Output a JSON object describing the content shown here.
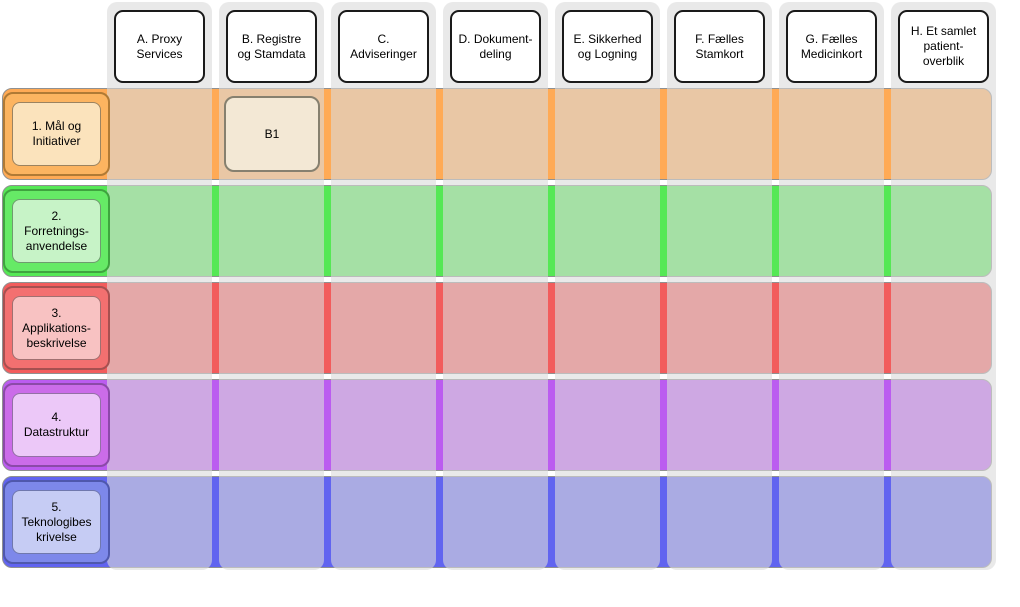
{
  "diagram": {
    "type": "architecture-matrix",
    "chrome": {
      "column_overlay_fill": "rgba(219,219,219,0.6)",
      "column_overlay_border": "rgba(64,64,64,0.45)",
      "column_header_fill": "#ffffff",
      "column_header_border": "#1a1a1a",
      "band_border": "#909090"
    },
    "columns": [
      {
        "id": "A",
        "label": "A. Proxy Services"
      },
      {
        "id": "B",
        "label": "B. Registre og Stamdata"
      },
      {
        "id": "C",
        "label": "C. Adviseringer"
      },
      {
        "id": "D",
        "label": "D. Dokument-deling"
      },
      {
        "id": "E",
        "label": "E. Sikkerhed og Logning"
      },
      {
        "id": "F",
        "label": "F. Fælles Stamkort"
      },
      {
        "id": "G",
        "label": "G. Fælles Medicinkort"
      },
      {
        "id": "H",
        "label": "H. Et samlet patient-overblik"
      }
    ],
    "rows": [
      {
        "id": "1",
        "label": "1. Mål og Initiativer",
        "band_fill": "#ffaa55",
        "header_fill": "#fcb460",
        "header_border": "#b07a35",
        "inner_fill": "#fbe3bc",
        "inner_border": "#9b8360"
      },
      {
        "id": "2",
        "label": "2. Forretnings-anvendelse",
        "band_fill": "#55e855",
        "header_fill": "#66ea66",
        "header_border": "#3fa33f",
        "inner_fill": "#c7f3c7",
        "inner_border": "#6f9b6f"
      },
      {
        "id": "3",
        "label": "3. Applikations-beskrivelse",
        "band_fill": "#f25c5c",
        "header_fill": "#f37070",
        "header_border": "#a65050",
        "inner_fill": "#f8c2c2",
        "inner_border": "#a07070"
      },
      {
        "id": "4",
        "label": "4. Datastruktur",
        "band_fill": "#bb5cf0",
        "header_fill": "#cb6ce9",
        "header_border": "#8b4aa8",
        "inner_fill": "#ecc8f8",
        "inner_border": "#9370a5"
      },
      {
        "id": "5",
        "label": "5. Teknologibes krivelse",
        "band_fill": "#6164f0",
        "header_fill": "#7d88ea",
        "header_border": "#4f58ad",
        "inner_fill": "#c6ccf4",
        "inner_border": "#7078ad"
      }
    ],
    "cells": [
      {
        "id": "B1",
        "label": "B1",
        "row": "1",
        "column": "B",
        "fill": "#f3e8d5",
        "border": "#86806f"
      }
    ]
  }
}
